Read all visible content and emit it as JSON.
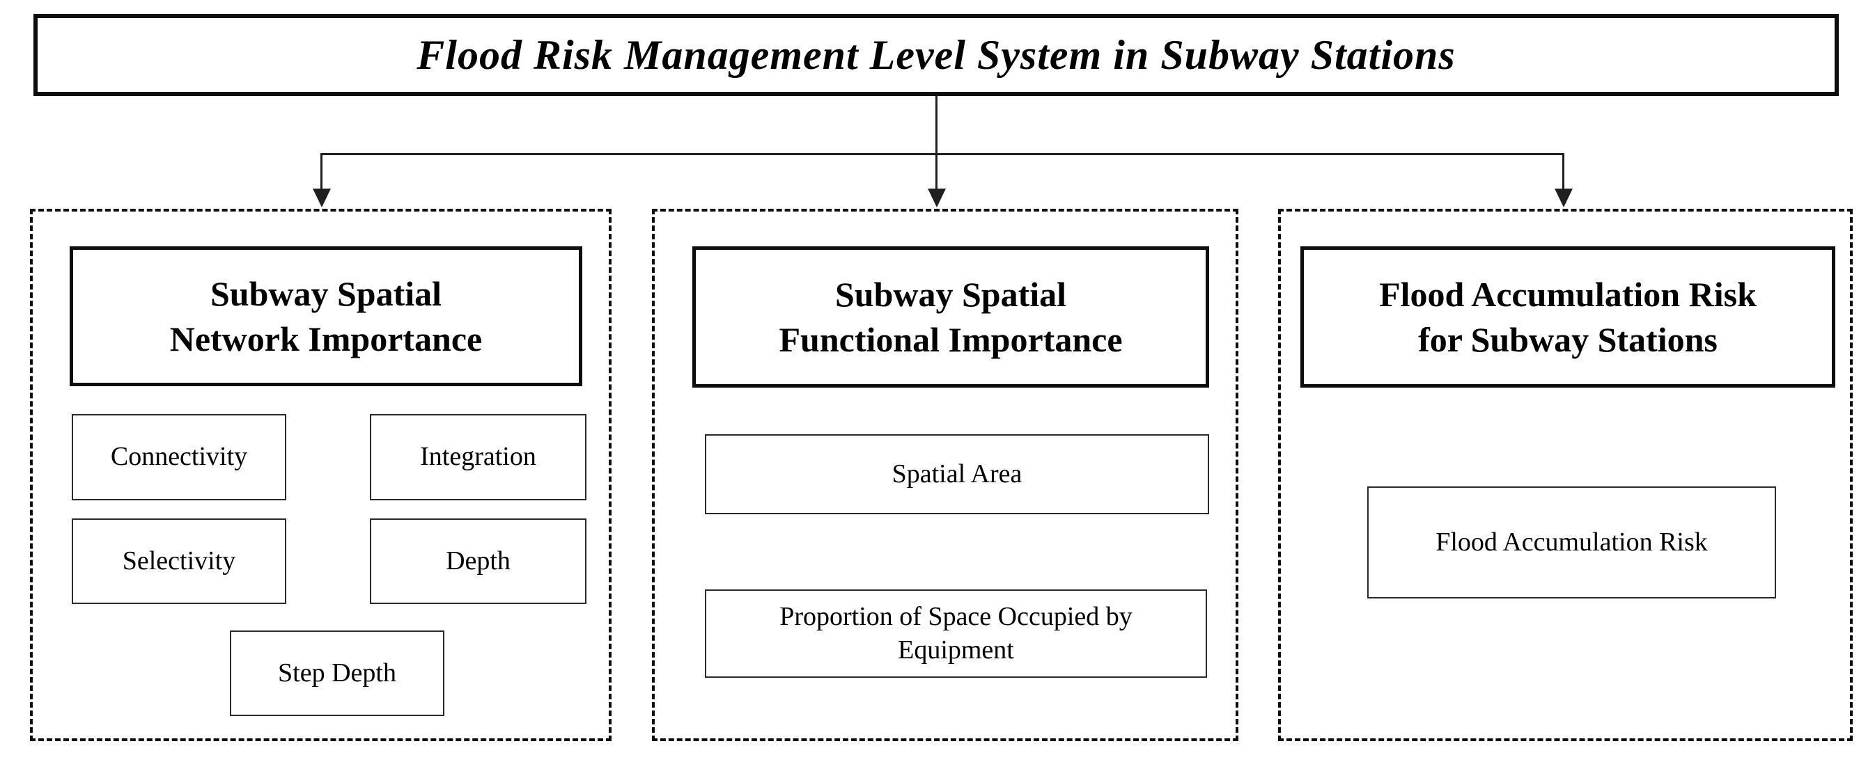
{
  "title": "Flood Risk Management Level System in Subway Stations",
  "panels": {
    "network": {
      "header_lines": [
        "Subway Spatial",
        "Network Importance"
      ],
      "items": {
        "connectivity": "Connectivity",
        "integration": "Integration",
        "selectivity": "Selectivity",
        "depth": "Depth",
        "step_depth": "Step Depth"
      }
    },
    "functional": {
      "header_lines": [
        "Subway Spatial",
        "Functional Importance"
      ],
      "items": {
        "spatial_area": "Spatial Area",
        "equipment_lines": [
          "Proportion of Space Occupied by",
          "Equipment"
        ]
      }
    },
    "flood": {
      "header_lines": [
        "Flood Accumulation Risk",
        "for Subway Stations"
      ],
      "items": {
        "flood_risk": "Flood Accumulation Risk"
      }
    }
  },
  "colors": {
    "line": "#1f1f1f",
    "border": "#0d0d0d",
    "background": "#ffffff",
    "text": "#000000"
  }
}
